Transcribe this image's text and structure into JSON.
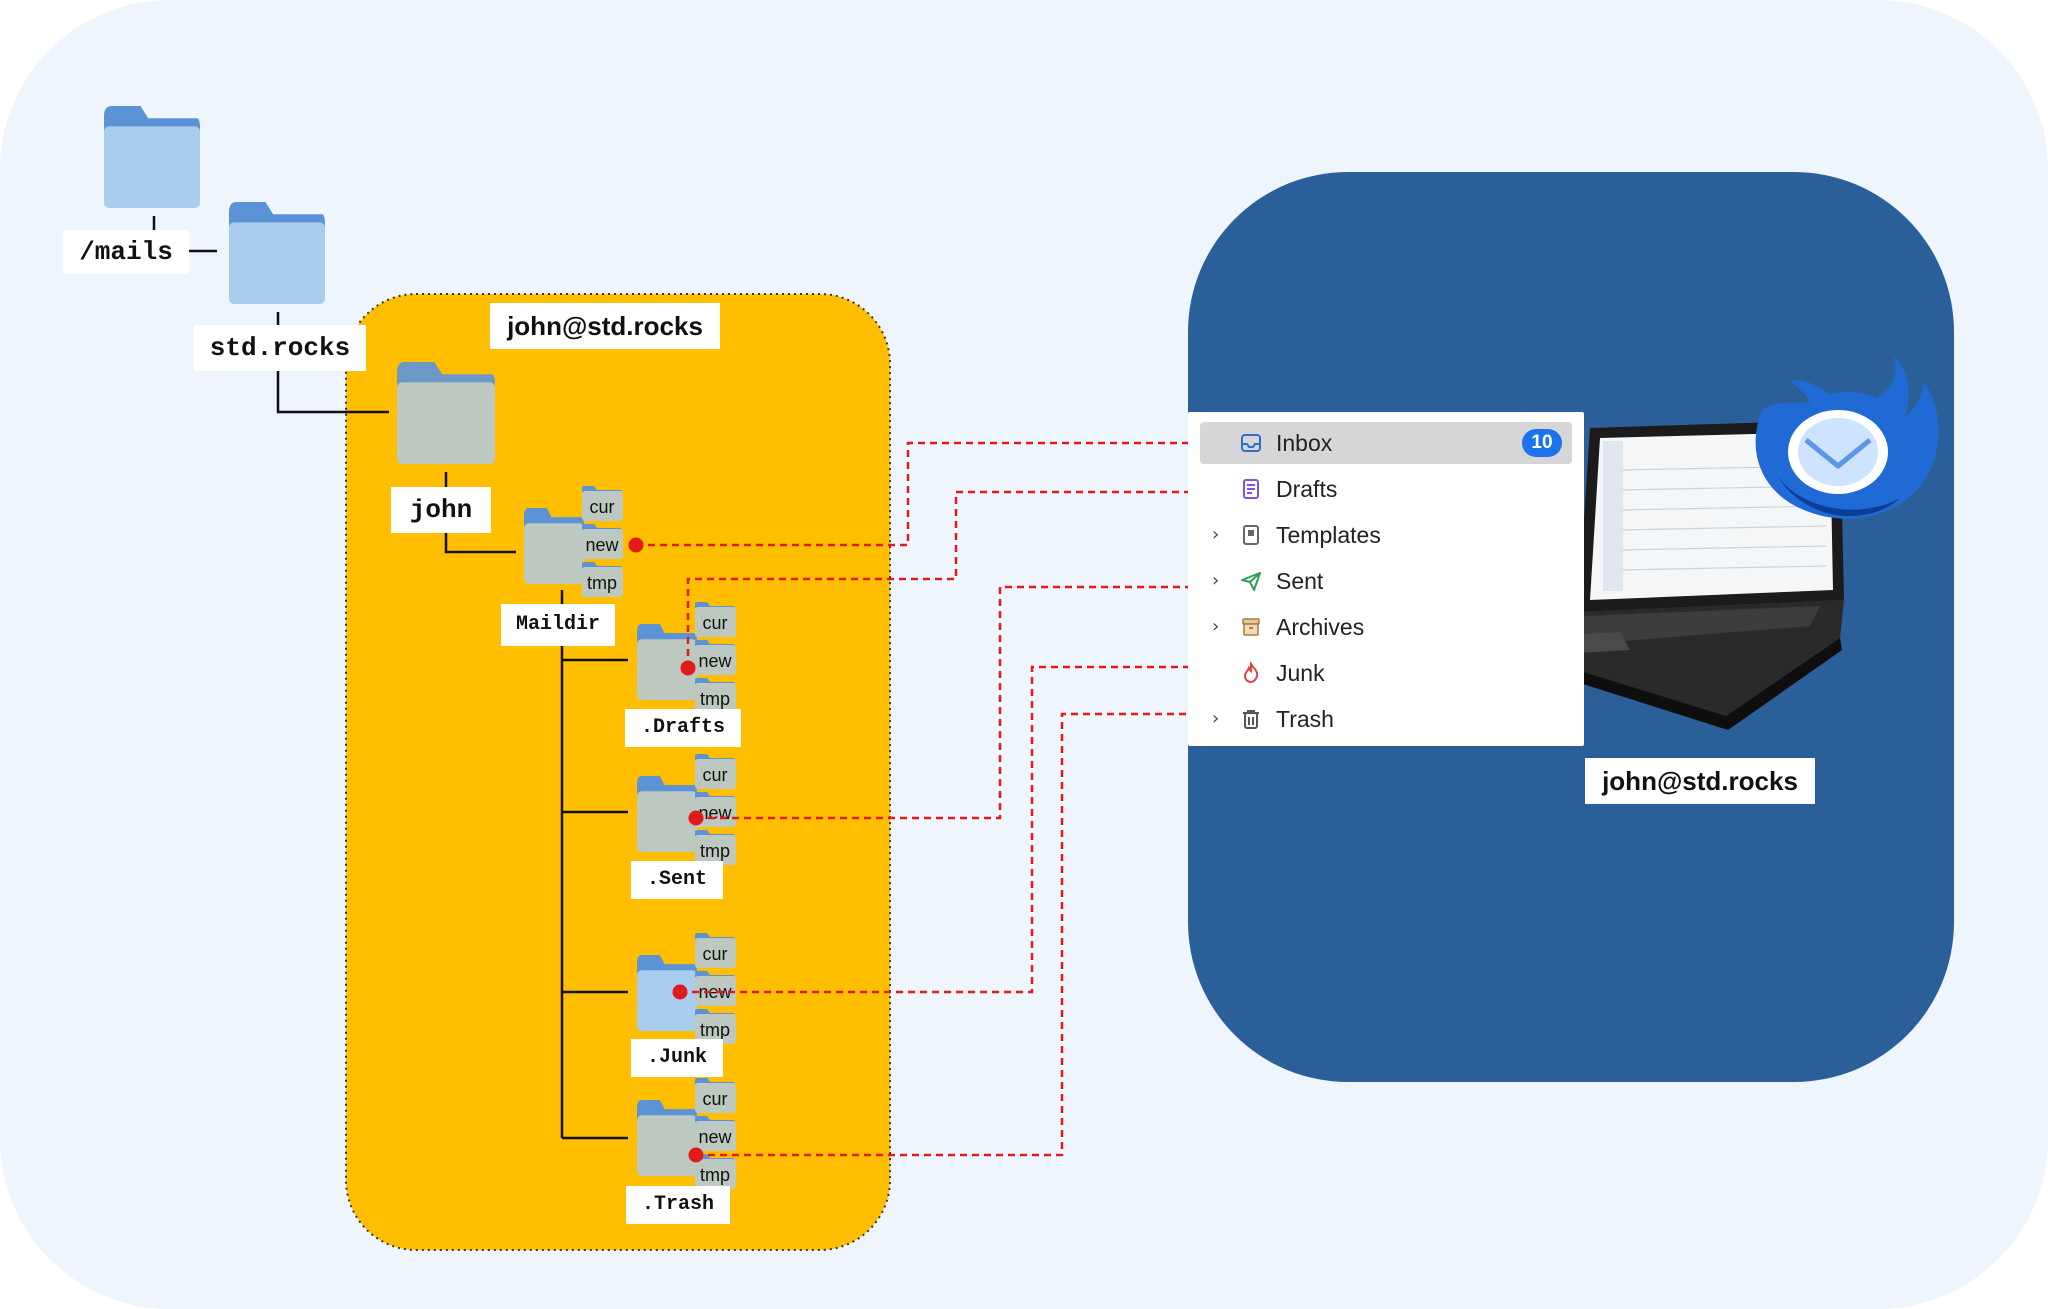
{
  "labels": {
    "mails": "/mails",
    "domain": "std.rocks",
    "user": "john",
    "maildir": "Maildir",
    "account_box": "john@std.rocks",
    "client_account": "john@std.rocks"
  },
  "maildir_folders": [
    {
      "name": ".Drafts",
      "subdirs": [
        "cur",
        "new",
        "tmp"
      ]
    },
    {
      "name": ".Sent",
      "subdirs": [
        "cur",
        "new",
        "tmp"
      ]
    },
    {
      "name": ".Junk",
      "subdirs": [
        "cur",
        "new",
        "tmp"
      ]
    },
    {
      "name": ".Trash",
      "subdirs": [
        "cur",
        "new",
        "tmp"
      ]
    }
  ],
  "inbox_subdirs": [
    "cur",
    "new",
    "tmp"
  ],
  "client_folders": [
    {
      "label": "Inbox",
      "icon": "inbox-icon",
      "selected": true,
      "badge": "10",
      "chevron": false
    },
    {
      "label": "Drafts",
      "icon": "drafts-icon",
      "selected": false,
      "chevron": false
    },
    {
      "label": "Templates",
      "icon": "templates-icon",
      "selected": false,
      "chevron": true
    },
    {
      "label": "Sent",
      "icon": "sent-icon",
      "selected": false,
      "chevron": true
    },
    {
      "label": "Archives",
      "icon": "archives-icon",
      "selected": false,
      "chevron": true
    },
    {
      "label": "Junk",
      "icon": "junk-icon",
      "selected": false,
      "chevron": false
    },
    {
      "label": "Trash",
      "icon": "trash-icon",
      "selected": false,
      "chevron": true
    }
  ],
  "colors": {
    "outer_bg": "#eef5fd",
    "maildir_box": "#ffbf00",
    "client_box": "#2b5f99",
    "link_line": "#e31a1c",
    "folder_blue": "#a9cdee",
    "folder_grey": "#bcc8c0"
  }
}
